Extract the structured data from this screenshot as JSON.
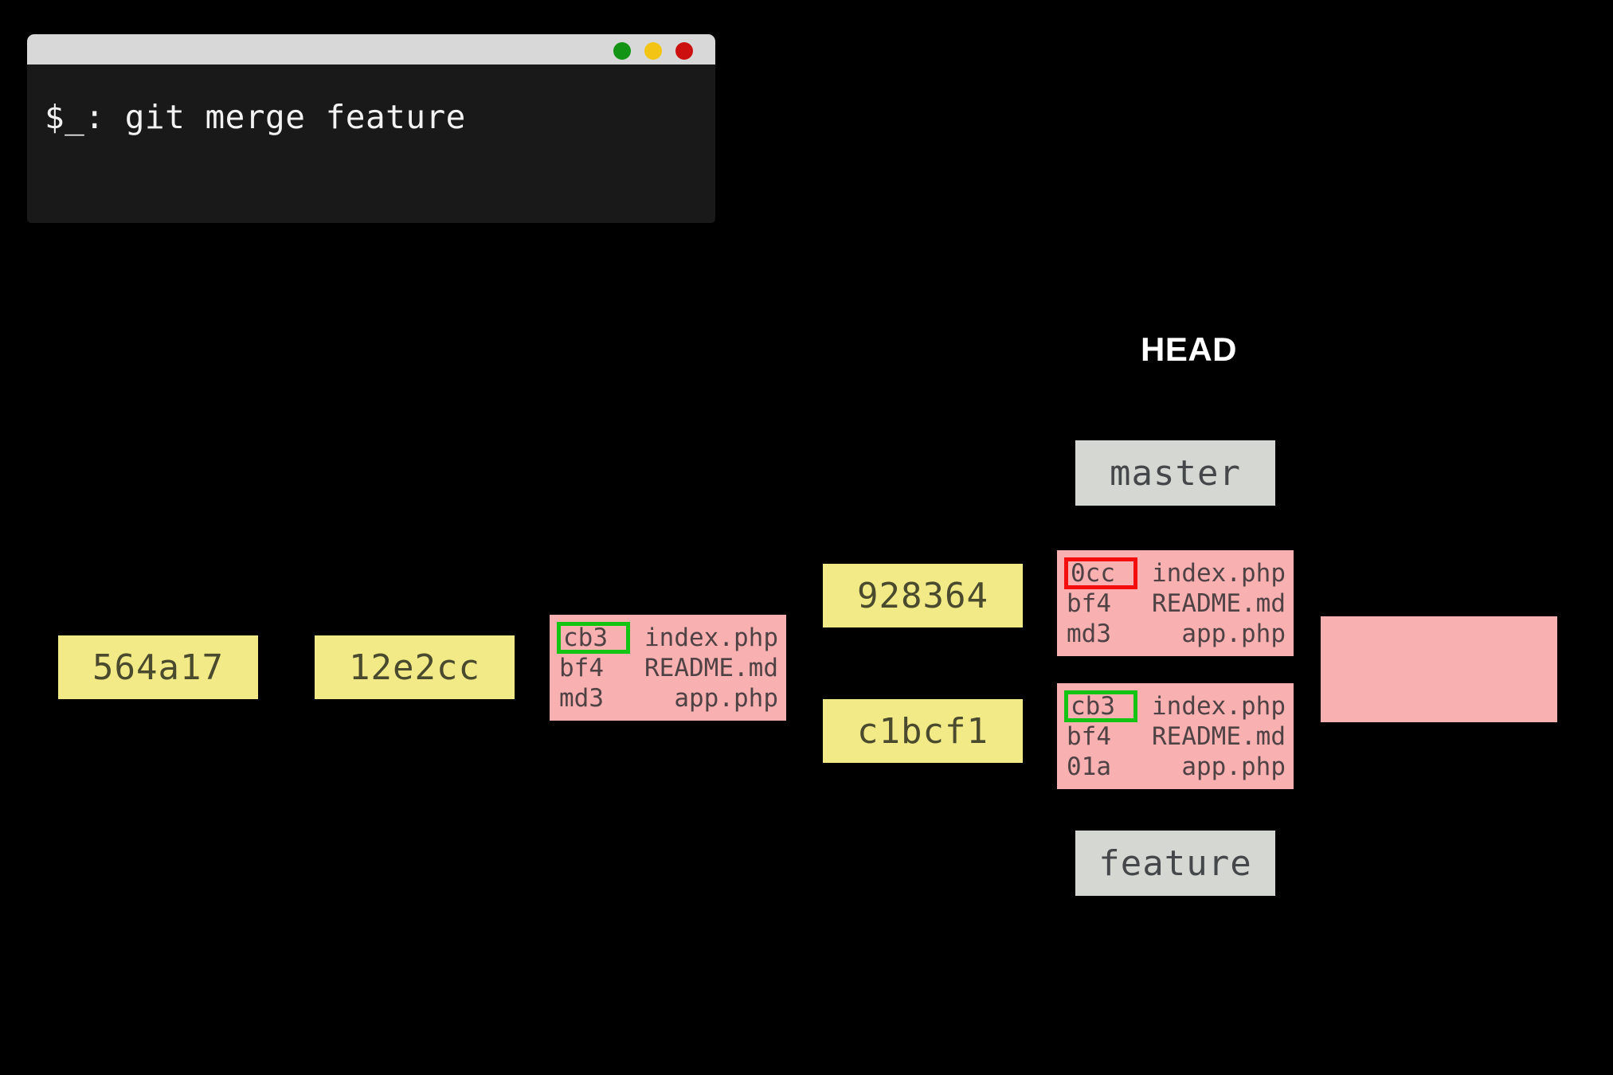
{
  "terminal": {
    "prompt_line": "$_: git merge feature",
    "buttons": {
      "minimize_label": "minimize",
      "maximize_label": "maximize",
      "close_label": "close"
    }
  },
  "graph": {
    "head_label": "HEAD",
    "branches": [
      {
        "name": "master",
        "label": "master"
      },
      {
        "name": "feature",
        "label": "feature"
      }
    ],
    "commits": [
      {
        "id": "564a17",
        "label": "564a17"
      },
      {
        "id": "12e2cc",
        "label": "12e2cc"
      },
      {
        "id": "928364",
        "label": "928364"
      },
      {
        "id": "c1bcf1",
        "label": "c1bcf1"
      }
    ],
    "trees": [
      {
        "name": "tree-base",
        "rows": [
          {
            "hash": "cb3",
            "file": "index.php",
            "highlight": "green"
          },
          {
            "hash": "bf4",
            "file": "README.md",
            "highlight": "none"
          },
          {
            "hash": "md3",
            "file": "app.php",
            "highlight": "none"
          }
        ]
      },
      {
        "name": "tree-master",
        "rows": [
          {
            "hash": "0cc",
            "file": "index.php",
            "highlight": "red"
          },
          {
            "hash": "bf4",
            "file": "README.md",
            "highlight": "none"
          },
          {
            "hash": "md3",
            "file": "app.php",
            "highlight": "none"
          }
        ]
      },
      {
        "name": "tree-feature",
        "rows": [
          {
            "hash": "cb3",
            "file": "index.php",
            "highlight": "green"
          },
          {
            "hash": "bf4",
            "file": "README.md",
            "highlight": "none"
          },
          {
            "hash": "01a",
            "file": "app.php",
            "highlight": "none"
          }
        ]
      },
      {
        "name": "tree-merge-empty",
        "rows": []
      }
    ]
  },
  "colors": {
    "background": "#000000",
    "commit": "#f2ea86",
    "tree": "#f9b0b0",
    "label": "#d5d7d2",
    "highlight_green": "#13c413",
    "highlight_red": "#f40d0d",
    "terminal_titlebar": "#d8d8d8",
    "terminal_body": "#191919",
    "dot_green": "#149414",
    "dot_yellow": "#f3c414",
    "dot_red": "#cc0f0f"
  }
}
